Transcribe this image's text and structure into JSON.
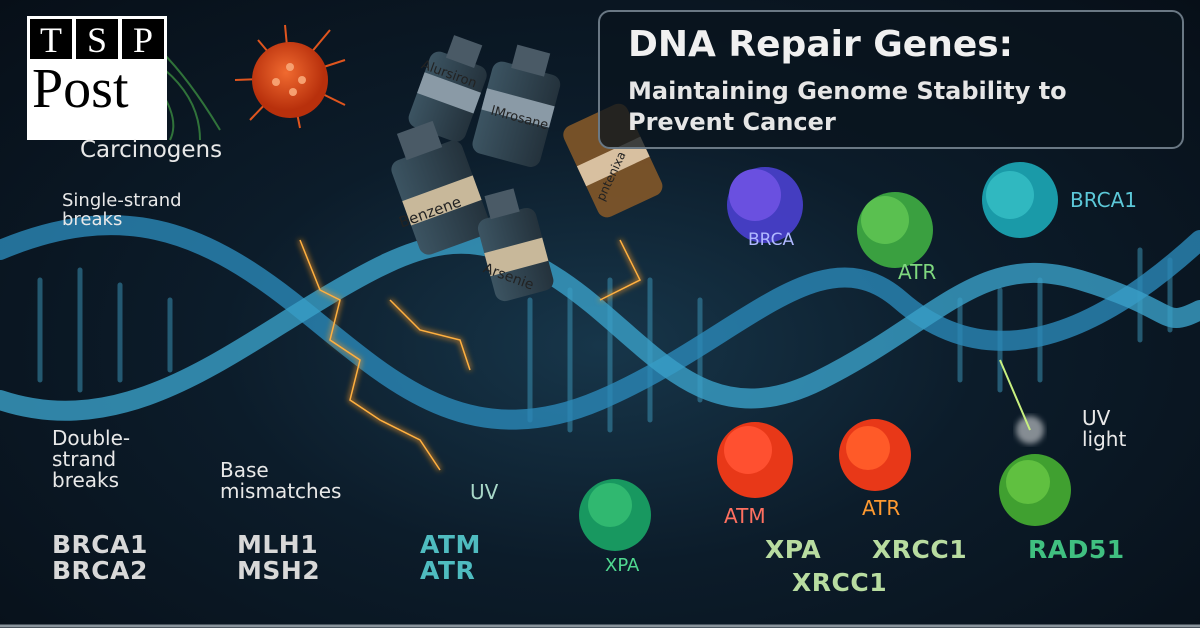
{
  "logo": {
    "letters": [
      "T",
      "S",
      "P"
    ],
    "word": "Post"
  },
  "header": {
    "title": "DNA Repair Genes:",
    "subtitle": "Maintaining Genome Stability to Prevent Cancer"
  },
  "labels": {
    "carcinogens": "Carcinogens",
    "single_strand": [
      "Single-strand",
      "breaks"
    ],
    "double_strand": [
      "Double-",
      "strand",
      "breaks"
    ],
    "base_mismatches": [
      "Base",
      "mismatches"
    ],
    "uv": "UV",
    "uv_light": [
      "UV",
      "light"
    ]
  },
  "vials": [
    "Alursiron",
    "lMrosane",
    "Benzene",
    "Arsenie",
    "pntenixa"
  ],
  "proteins": [
    {
      "label": "BRCA",
      "color": "#b0b8ff"
    },
    {
      "label": "ATR",
      "color": "#7fd87f"
    },
    {
      "label": "BRCA1",
      "color": "#5cc8d8"
    },
    {
      "label": "ATM",
      "color": "#ff7060"
    },
    {
      "label": "ATR",
      "color": "#ff9a30"
    },
    {
      "label": "XPA",
      "color": "#50d890"
    }
  ],
  "gene_columns": [
    {
      "genes": [
        "BRCA1",
        "BRCA2"
      ],
      "color": "#d8d8d8"
    },
    {
      "genes": [
        "MLH1",
        "MSH2"
      ],
      "color": "#d8d8d8"
    },
    {
      "genes": [
        "ATM",
        "ATR"
      ],
      "color": "#4fbcc0"
    },
    {
      "genes": [
        "XPA",
        "XRCC1"
      ],
      "color": "#b8dca0"
    },
    {
      "genes": [
        "XRCC1"
      ],
      "color": "#b8dca0"
    },
    {
      "genes": [
        "RAD51"
      ],
      "color": "#40c080"
    }
  ]
}
